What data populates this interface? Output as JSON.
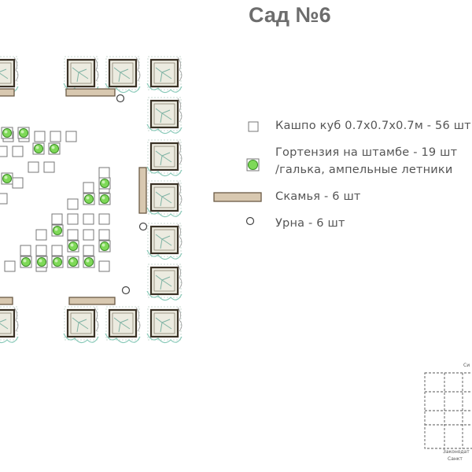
{
  "title": "Сад №6",
  "legend": [
    {
      "label": "Кашпо куб 0.7х0.7х0.7м - 56 шт",
      "symbol": "square-planter-icon"
    },
    {
      "label": "Гортензия на штамбе - 19 шт",
      "label2": "/галька, ампельные летники",
      "symbol": "hydrangea-icon"
    },
    {
      "label": "Скамья - 6 шт",
      "symbol": "bench-icon"
    },
    {
      "label": "Урна - 6 шт",
      "symbol": "urn-icon"
    }
  ],
  "mini_map": {
    "top_label": "Си",
    "bottom_label": "Законодат",
    "bottom_label2": "Санкт"
  },
  "colors": {
    "title": "#6d6d6d",
    "plant_fill": "#7ed957",
    "plant_stroke": "#3f8f2a",
    "bench_fill": "#d8c8b0",
    "bench_stroke": "#6b5a45",
    "planter_fill": "#ecebe0",
    "planter_stroke": "#3a3226",
    "vine": "#88c9b8"
  }
}
